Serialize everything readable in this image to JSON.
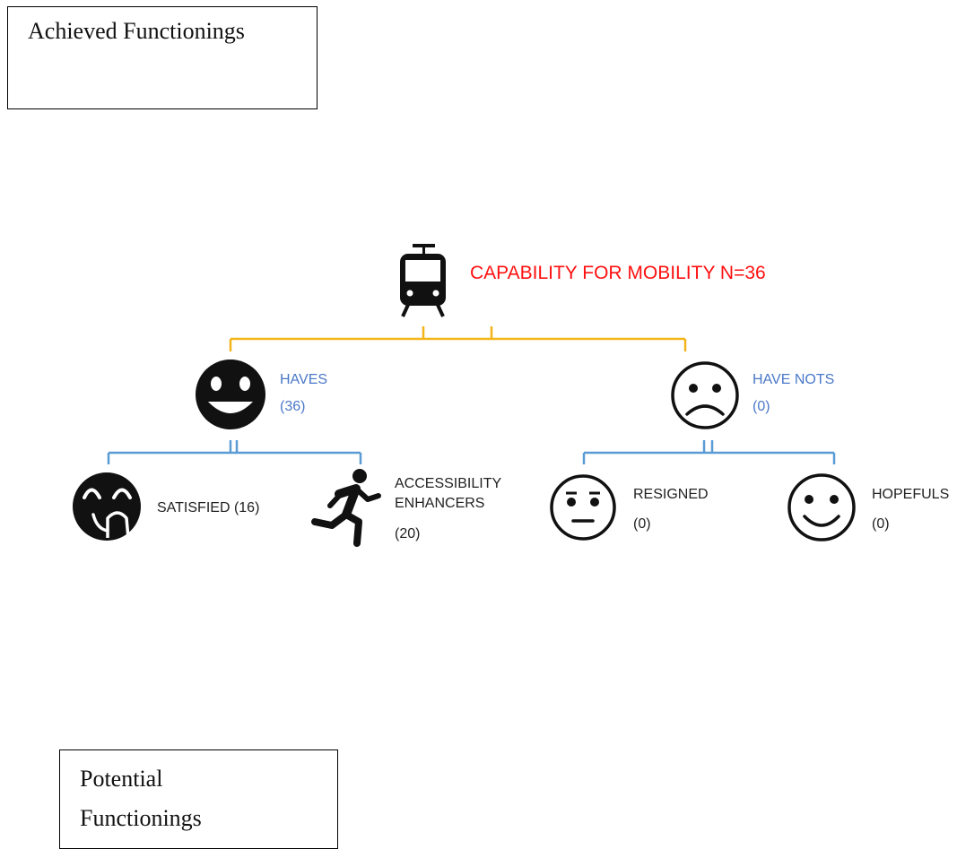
{
  "boxes": {
    "achieved": "Achieved Functionings",
    "potential_line1": "Potential",
    "potential_line2": "Functionings"
  },
  "root": {
    "label": "CAPABILITY FOR MOBILITY N=36",
    "icon": "tram-icon",
    "color": "#ff1010"
  },
  "haves": {
    "label": "HAVES",
    "count": "(36)",
    "icon": "grinning-face-icon"
  },
  "have_nots": {
    "label": "HAVE NOTS",
    "count": "(0)",
    "icon": "sad-face-icon"
  },
  "satisfied": {
    "label": "SATISFIED (16)",
    "icon": "satisfied-face-icon"
  },
  "enhancers": {
    "label_line1": "ACCESSIBILITY",
    "label_line2": "ENHANCERS",
    "count": "(20)",
    "icon": "running-person-icon"
  },
  "resigned": {
    "label": "RESIGNED",
    "count": "(0)",
    "icon": "neutral-face-icon"
  },
  "hopefuls": {
    "label": "HOPEFULS",
    "count": "(0)",
    "icon": "smiling-face-icon"
  },
  "colors": {
    "level1_connector": "#f2b418",
    "level2_connector": "#5b9bd5",
    "label_blue": "#4a78c8"
  }
}
